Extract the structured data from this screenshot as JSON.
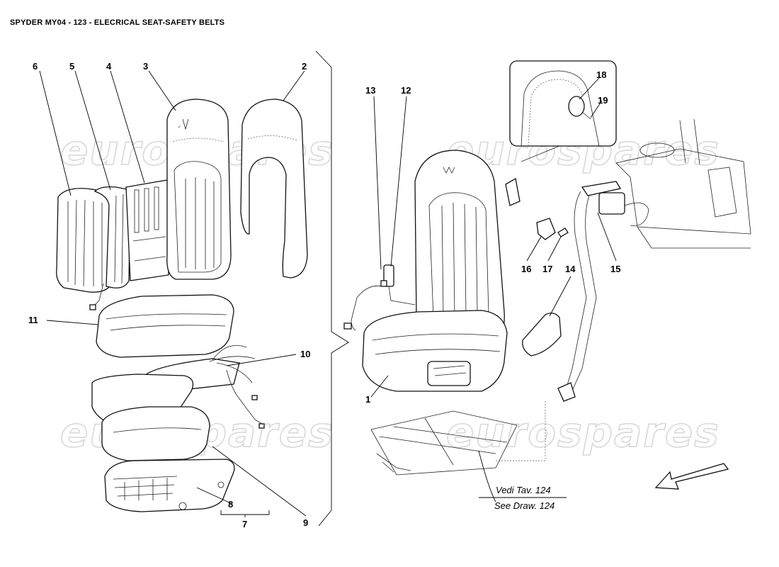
{
  "title": "SPYDER MY04 - 123 - ELECRICAL SEAT-SAFETY BELTS",
  "watermark": "eurospares",
  "callouts": [
    "1",
    "2",
    "3",
    "4",
    "5",
    "6",
    "7",
    "8",
    "9",
    "10",
    "11",
    "12",
    "13",
    "14",
    "15",
    "16",
    "17",
    "18",
    "19"
  ],
  "reference_note": {
    "line1": "Vedi Tav. 124",
    "line2": "See Draw. 124"
  },
  "colors": {
    "line": "#111111",
    "watermark": "#d8d8d8",
    "background": "#ffffff"
  }
}
